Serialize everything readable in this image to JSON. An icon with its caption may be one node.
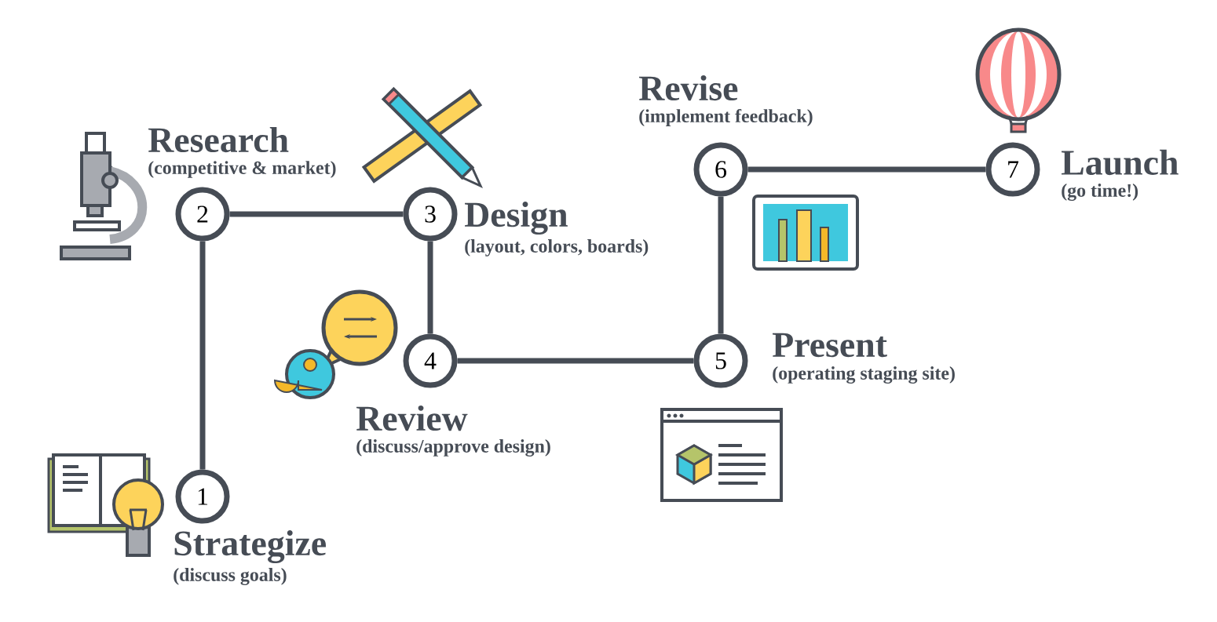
{
  "diagram": {
    "nodes": [
      {
        "text": [
          "1"
        ],
        "beside": [
          "Strategize",
          "(discuss goals)"
        ]
      },
      {
        "text": [
          "2"
        ],
        "beside": [
          "Research",
          "(competitive & market)"
        ]
      },
      {
        "text": [
          "3"
        ],
        "beside": [
          "Design",
          "(layout, colors, boards)"
        ]
      },
      {
        "text": [
          "4"
        ],
        "beside": [
          "Review",
          "(discuss/approve design)"
        ]
      },
      {
        "text": [
          "5"
        ],
        "beside": [
          "Present",
          "(operating staging site)"
        ]
      },
      {
        "text": [
          "6"
        ],
        "beside": [
          "Revise",
          "(implement feedback)"
        ]
      },
      {
        "text": [
          "7"
        ],
        "beside": [
          "Launch",
          "(go time!)"
        ]
      }
    ],
    "edges": [
      {
        "from": 0,
        "to": 1,
        "arrow": "none"
      },
      {
        "from": 1,
        "to": 2,
        "arrow": "none"
      },
      {
        "from": 2,
        "to": 3,
        "arrow": "none"
      },
      {
        "from": 3,
        "to": 4,
        "arrow": "none"
      },
      {
        "from": 4,
        "to": 5,
        "arrow": "none"
      },
      {
        "from": 5,
        "to": 6,
        "arrow": "none"
      }
    ]
  }
}
